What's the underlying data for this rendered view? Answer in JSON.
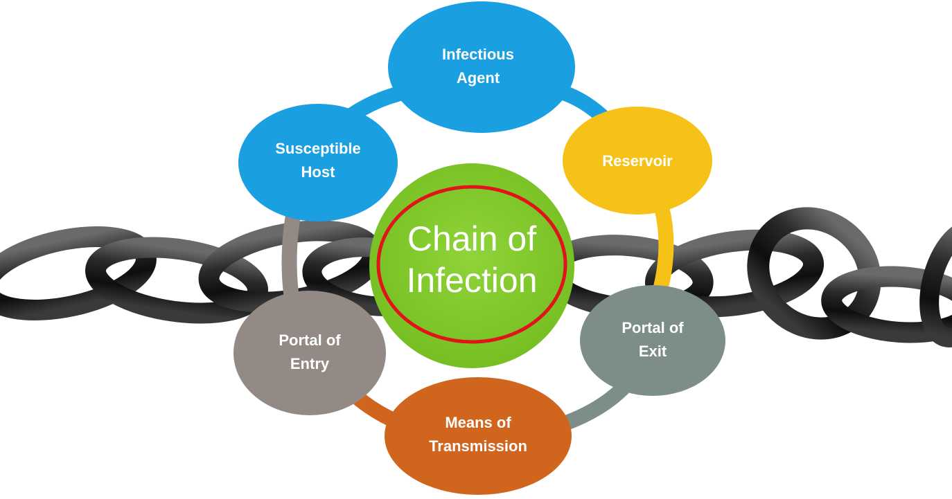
{
  "center": {
    "line1": "Chain of",
    "line2": "Infection",
    "fill_color": "#7ec726",
    "ring_color": "#e0141a"
  },
  "nodes": {
    "infectious_agent": {
      "line1": "Infectious",
      "line2": "Agent",
      "color": "#1a9fe0"
    },
    "reservoir": {
      "line1": "Reservoir",
      "color": "#f6c218"
    },
    "portal_of_exit": {
      "line1": "Portal of",
      "line2": "Exit",
      "color": "#7d8e8a"
    },
    "means_of_transmission": {
      "line1": "Means of",
      "line2": "Transmission",
      "color": "#d0651e"
    },
    "portal_of_entry": {
      "line1": "Portal of",
      "line2": "Entry",
      "color": "#938a86"
    },
    "susceptible_host": {
      "line1": "Susceptible",
      "line2": "Host",
      "color": "#1a9fe0"
    }
  },
  "background": {
    "chain_color": "#1b1b1b"
  }
}
